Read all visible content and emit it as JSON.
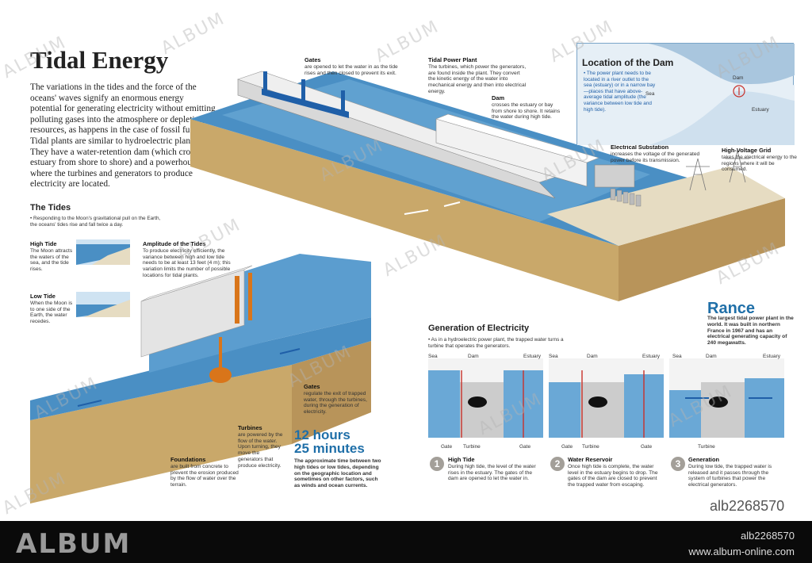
{
  "title": "Tidal Energy",
  "intro": "The variations in the tides and the force of the oceans' waves signify an enormous energy potential for generating electricity without emitting polluting gases into the atmosphere or depleting resources, as happens in the case of fossil fuels. Tidal plants are similar to hydroelectric plants. They have a water-retention dam (which crosses an estuary from shore to shore) and a powerhouse where the turbines and generators to produce electricity are located.",
  "callouts": {
    "gates_top": {
      "title": "Gates",
      "text": "are opened to let the water in as the tide rises and then closed to prevent its exit."
    },
    "plant": {
      "title": "Tidal Power Plant",
      "text": "The turbines, which power the generators, are found inside the plant. They convert the kinetic energy of the water into mechanical energy and then into electrical energy."
    },
    "dam": {
      "title": "Dam",
      "text": "crosses the estuary or bay from shore to shore. It retains the water during high tide."
    },
    "substation": {
      "title": "Electrical Substation",
      "text": "increases the voltage of the generated power before its transmission."
    },
    "grid": {
      "title": "High-Voltage Grid",
      "text": "takes the electrical energy to the regions where it will be consumed."
    }
  },
  "location": {
    "title": "Location of the Dam",
    "text": "• The power plant needs to be located in a river outlet to the sea (estuary) or in a narrow bay—places that have above-average tidal amplitude (the variance between low tide and high tide).",
    "sea": "Sea",
    "dam": "Dam",
    "estuary": "Estuary"
  },
  "tides": {
    "title": "The Tides",
    "intro": "• Responding to the Moon's gravitational pull on the Earth, the oceans' tides rise and fall twice a day.",
    "high": {
      "title": "High Tide",
      "text": "The Moon attracts the waters of the sea, and the tide rises."
    },
    "low": {
      "title": "Low Tide",
      "text": "When the Moon is to one side of the Earth, the water recedes."
    },
    "amplitude": {
      "title": "Amplitude of the Tides",
      "text": "To produce electricity efficiently, the variance between high and low tide needs to be at least 13 feet (4 m); this variation limits the number of possible locations for tidal plants."
    }
  },
  "section_callouts": {
    "gates": {
      "title": "Gates",
      "text": "regulate the exit of trapped water, through the turbines, during the generation of electricity."
    },
    "turbines": {
      "title": "Turbines",
      "text": "are powered by the flow of the water. Upon turning, they move the generators that produce electricity."
    },
    "foundations": {
      "title": "Foundations",
      "text": "are built from concrete to prevent the erosion produced by the flow of water over the terrain."
    }
  },
  "cycle": {
    "big": "12 hours",
    "big2": "25 minutes",
    "text": "The approximate time between two high tides or low tides, depending on the geographic location and sometimes on other factors, such as winds and ocean currents."
  },
  "rance": {
    "title": "Rance",
    "text": "The largest tidal power plant in the world. It was built in northern France in 1967 and has an electrical generating capacity of 240 megawatts."
  },
  "generation": {
    "title": "Generation of Electricity",
    "intro": "• As in a hydroelectric power plant, the trapped water turns a turbine that operates the generators.",
    "panel_labels": {
      "sea": "Sea",
      "dam": "Dam",
      "estuary": "Estuary",
      "gate": "Gate",
      "turbine": "Turbine"
    },
    "steps": [
      {
        "num": "1",
        "title": "High Tide",
        "text": "During high tide, the level of the water rises in the estuary. The gates of the dam are opened to let the water in."
      },
      {
        "num": "2",
        "title": "Water Reservoir",
        "text": "Once high tide is complete, the water level in the estuary begins to drop. The gates of the dam are closed to prevent the trapped water from escaping."
      },
      {
        "num": "3",
        "title": "Generation",
        "text": "During low tide, the trapped water is released and it passes through the system of turbines that power the electrical generators."
      }
    ]
  },
  "watermark": "ALBUM",
  "footer": {
    "logo": "ALBUM",
    "id": "alb2268570",
    "url": "www.album-online.com"
  },
  "colors": {
    "water": "#4a8fc4",
    "accent": "#1f6fa8",
    "soil": "#c9a86a",
    "turbine": "#d9751a"
  }
}
